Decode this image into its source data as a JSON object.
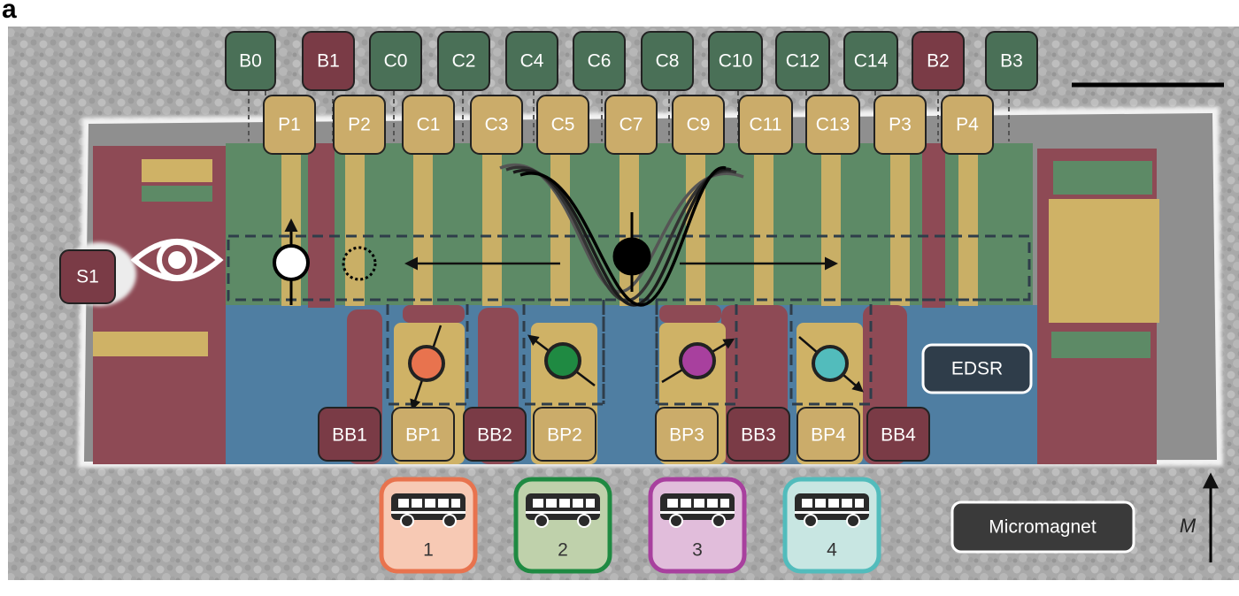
{
  "panel_label": "a",
  "colors": {
    "green": "#5d8a66",
    "red": "#8e4a55",
    "yellow": "#cfb266",
    "blue": "#4f7ea2",
    "label_green": "#4a7057",
    "label_red": "#7a3b46",
    "label_yellow": "#cbac6a",
    "bus1": "#e8734e",
    "bus2": "#1f8a42",
    "bus3": "#a8409e",
    "bus4": "#52bcbc"
  },
  "top_gates": [
    "B0",
    "B1",
    "C0",
    "C2",
    "C4",
    "C6",
    "C8",
    "C10",
    "C12",
    "C14",
    "B2",
    "B3"
  ],
  "plunger_gates": [
    "P1",
    "P2",
    "C1",
    "C3",
    "C5",
    "C7",
    "C9",
    "C11",
    "C13",
    "P3",
    "P4"
  ],
  "bottom_gates": [
    "BB1",
    "BP1",
    "BB2",
    "BP2",
    "BP3",
    "BB3",
    "BP4",
    "BB4"
  ],
  "sensor_label": "S1",
  "edsr_label": "EDSR",
  "micromagnet_label": "Micromagnet",
  "field_label": "M",
  "buses": [
    {
      "label": "1",
      "color": "#e8734e"
    },
    {
      "label": "2",
      "color": "#1f8a42"
    },
    {
      "label": "3",
      "color": "#a8409e"
    },
    {
      "label": "4",
      "color": "#52bcbc"
    }
  ],
  "icons": [
    "eye-icon",
    "bus-icon",
    "spin-qubit-icon",
    "shuttle-arrow-icon",
    "scale-bar"
  ]
}
